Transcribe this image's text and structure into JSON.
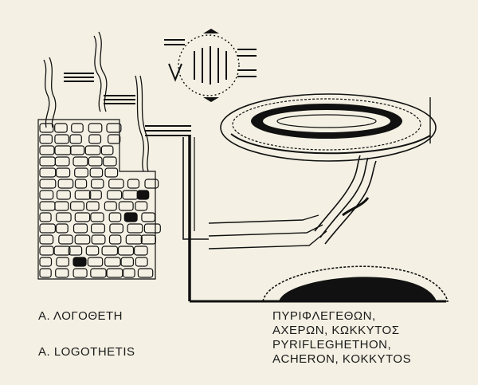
{
  "caption": {
    "author_greek": "Α. ΛΟΓΟΘΕΤΗ",
    "author_latin": "Α. LOGOTHETIS",
    "rivers_lines": [
      "ΠΥΡΙΦΛΕΓΕΘΩΝ,",
      "ΑΧΕΡΩΝ, ΚΩΚΚΥΤΟΣ",
      "PYRIFLEGHETHON,",
      "ACHERON, KOKKYTOS"
    ]
  }
}
